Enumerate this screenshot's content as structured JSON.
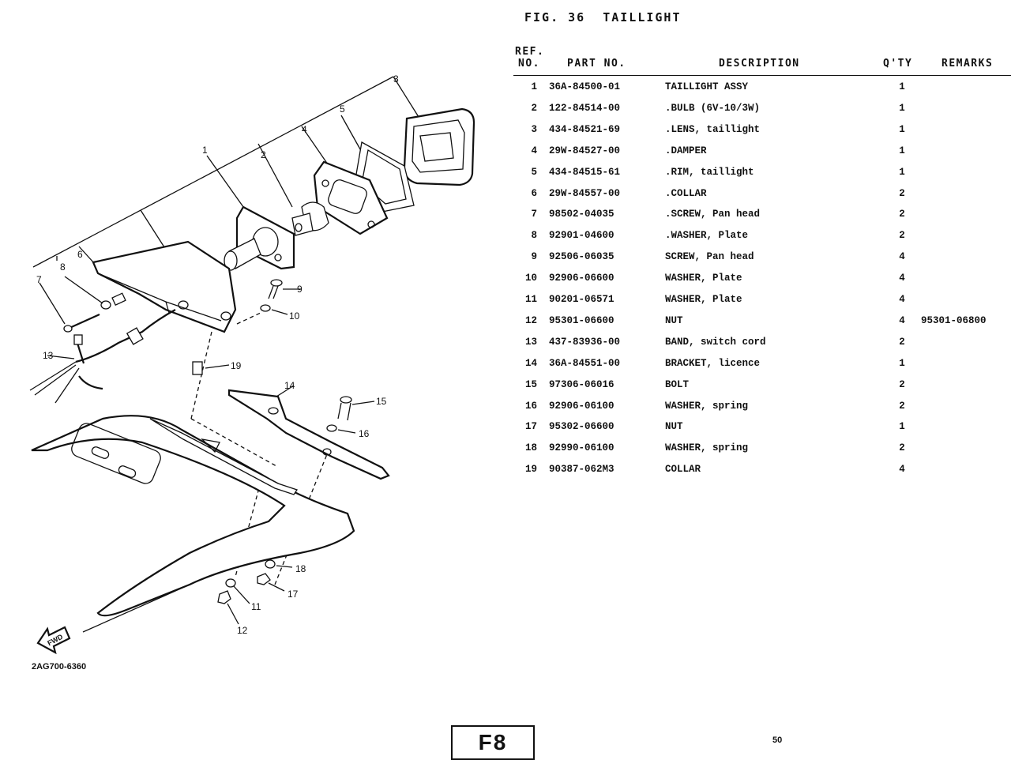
{
  "figure": {
    "label": "FIG. 36",
    "title": "TAILLIGHT"
  },
  "drawing_code": "2AG700-6360",
  "diagram": {
    "callouts": [
      "1",
      "2",
      "3",
      "4",
      "5",
      "6",
      "7",
      "8",
      "9",
      "10",
      "11",
      "12",
      "13",
      "14",
      "15",
      "16",
      "17",
      "18",
      "19"
    ],
    "fwd_label": "FWD"
  },
  "table": {
    "headers": {
      "ref_top": "REF.",
      "ref_bottom": "NO.",
      "part_no": "PART NO.",
      "description": "DESCRIPTION",
      "qty": "Q'TY",
      "remarks": "REMARKS"
    },
    "rows": [
      {
        "ref": "1",
        "part_no": "36A-84500-01",
        "description": "TAILLIGHT ASSY",
        "qty": "1",
        "remarks": ""
      },
      {
        "ref": "2",
        "part_no": "122-84514-00",
        "description": ".BULB (6V-10/3W)",
        "qty": "1",
        "remarks": ""
      },
      {
        "ref": "3",
        "part_no": "434-84521-69",
        "description": ".LENS, taillight",
        "qty": "1",
        "remarks": ""
      },
      {
        "ref": "4",
        "part_no": "29W-84527-00",
        "description": ".DAMPER",
        "qty": "1",
        "remarks": ""
      },
      {
        "ref": "5",
        "part_no": "434-84515-61",
        "description": ".RIM, taillight",
        "qty": "1",
        "remarks": ""
      },
      {
        "ref": "6",
        "part_no": "29W-84557-00",
        "description": ".COLLAR",
        "qty": "2",
        "remarks": ""
      },
      {
        "ref": "7",
        "part_no": "98502-04035",
        "description": ".SCREW, Pan head",
        "qty": "2",
        "remarks": ""
      },
      {
        "ref": "8",
        "part_no": "92901-04600",
        "description": ".WASHER, Plate",
        "qty": "2",
        "remarks": ""
      },
      {
        "ref": "9",
        "part_no": "92506-06035",
        "description": "SCREW, Pan head",
        "qty": "4",
        "remarks": ""
      },
      {
        "ref": "10",
        "part_no": "92906-06600",
        "description": "WASHER, Plate",
        "qty": "4",
        "remarks": ""
      },
      {
        "ref": "11",
        "part_no": "90201-06571",
        "description": "WASHER, Plate",
        "qty": "4",
        "remarks": ""
      },
      {
        "ref": "12",
        "part_no": "95301-06600",
        "description": "NUT",
        "qty": "4",
        "remarks": "95301-06800"
      },
      {
        "ref": "13",
        "part_no": "437-83936-00",
        "description": "BAND, switch cord",
        "qty": "2",
        "remarks": ""
      },
      {
        "ref": "14",
        "part_no": "36A-84551-00",
        "description": "BRACKET, licence",
        "qty": "1",
        "remarks": ""
      },
      {
        "ref": "15",
        "part_no": "97306-06016",
        "description": "BOLT",
        "qty": "2",
        "remarks": ""
      },
      {
        "ref": "16",
        "part_no": "92906-06100",
        "description": "WASHER, spring",
        "qty": "2",
        "remarks": ""
      },
      {
        "ref": "17",
        "part_no": "95302-06600",
        "description": "NUT",
        "qty": "1",
        "remarks": ""
      },
      {
        "ref": "18",
        "part_no": "92990-06100",
        "description": "WASHER, spring",
        "qty": "2",
        "remarks": ""
      },
      {
        "ref": "19",
        "part_no": "90387-062M3",
        "description": "COLLAR",
        "qty": "4",
        "remarks": ""
      }
    ]
  },
  "footer": {
    "section_mark": "F8",
    "page_number": "50"
  }
}
